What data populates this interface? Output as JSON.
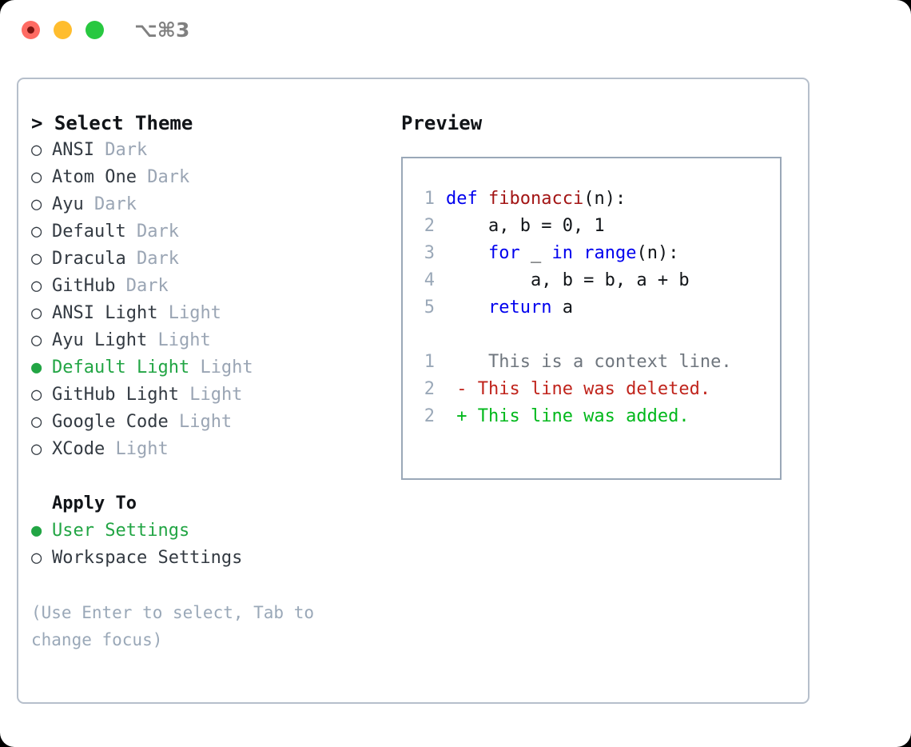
{
  "window": {
    "shortcut": "⌥⌘3",
    "controls": [
      {
        "name": "close",
        "color": "#ff6b63"
      },
      {
        "name": "minimize",
        "color": "#ffbd2e"
      },
      {
        "name": "maximize",
        "color": "#28c840"
      }
    ]
  },
  "accent": {
    "selected_green": "#22a544",
    "muted_gray": "#9aa5b4",
    "hint_gray": "#9aa8b8",
    "border": "#b6bfcb"
  },
  "theme_list": {
    "header": "> Select Theme",
    "items": [
      {
        "marker": "○",
        "label": "ANSI",
        "suffix": "Dark",
        "selected": false
      },
      {
        "marker": "○",
        "label": "Atom One",
        "suffix": "Dark",
        "selected": false
      },
      {
        "marker": "○",
        "label": "Ayu",
        "suffix": "Dark",
        "selected": false
      },
      {
        "marker": "○",
        "label": "Default",
        "suffix": "Dark",
        "selected": false
      },
      {
        "marker": "○",
        "label": "Dracula",
        "suffix": "Dark",
        "selected": false
      },
      {
        "marker": "○",
        "label": "GitHub",
        "suffix": "Dark",
        "selected": false
      },
      {
        "marker": "○",
        "label": "ANSI Light",
        "suffix": "Light",
        "selected": false
      },
      {
        "marker": "○",
        "label": "Ayu Light",
        "suffix": "Light",
        "selected": false
      },
      {
        "marker": "●",
        "label": "Default Light",
        "suffix": "Light",
        "selected": true
      },
      {
        "marker": "○",
        "label": "GitHub Light",
        "suffix": "Light",
        "selected": false
      },
      {
        "marker": "○",
        "label": "Google Code",
        "suffix": "Light",
        "selected": false
      },
      {
        "marker": "○",
        "label": "XCode",
        "suffix": "Light",
        "selected": false
      }
    ]
  },
  "apply_to": {
    "header": "Apply To",
    "items": [
      {
        "marker": "●",
        "label": "User Settings",
        "selected": true
      },
      {
        "marker": "○",
        "label": "Workspace Settings",
        "selected": false
      }
    ]
  },
  "hint": "(Use Enter to select, Tab to change focus)",
  "preview": {
    "title": "Preview",
    "code_lines": [
      {
        "no": "1",
        "tokens": [
          {
            "t": "def ",
            "c": "kw"
          },
          {
            "t": "fibonacci",
            "c": "fn"
          },
          {
            "t": "(n):",
            "c": "plain"
          }
        ]
      },
      {
        "no": "2",
        "tokens": [
          {
            "t": "    a, b = 0, 1",
            "c": "plain"
          }
        ]
      },
      {
        "no": "3",
        "tokens": [
          {
            "t": "    ",
            "c": "plain"
          },
          {
            "t": "for",
            "c": "kw"
          },
          {
            "t": " _ ",
            "c": "plain"
          },
          {
            "t": "in",
            "c": "kw"
          },
          {
            "t": " ",
            "c": "plain"
          },
          {
            "t": "range",
            "c": "kw"
          },
          {
            "t": "(n):",
            "c": "plain"
          }
        ]
      },
      {
        "no": "4",
        "tokens": [
          {
            "t": "        a, b = b, a + b",
            "c": "plain"
          }
        ]
      },
      {
        "no": "5",
        "tokens": [
          {
            "t": "    ",
            "c": "plain"
          },
          {
            "t": "return",
            "c": "kw"
          },
          {
            "t": " a",
            "c": "plain"
          }
        ]
      }
    ],
    "diff_lines": [
      {
        "no": "1",
        "sign": " ",
        "text": "  This is a context line.",
        "kind": "ctx"
      },
      {
        "no": "2",
        "sign": "-",
        "text": " This line was deleted.",
        "kind": "del"
      },
      {
        "no": "2",
        "sign": "+",
        "text": " This line was added.",
        "kind": "add"
      }
    ]
  }
}
